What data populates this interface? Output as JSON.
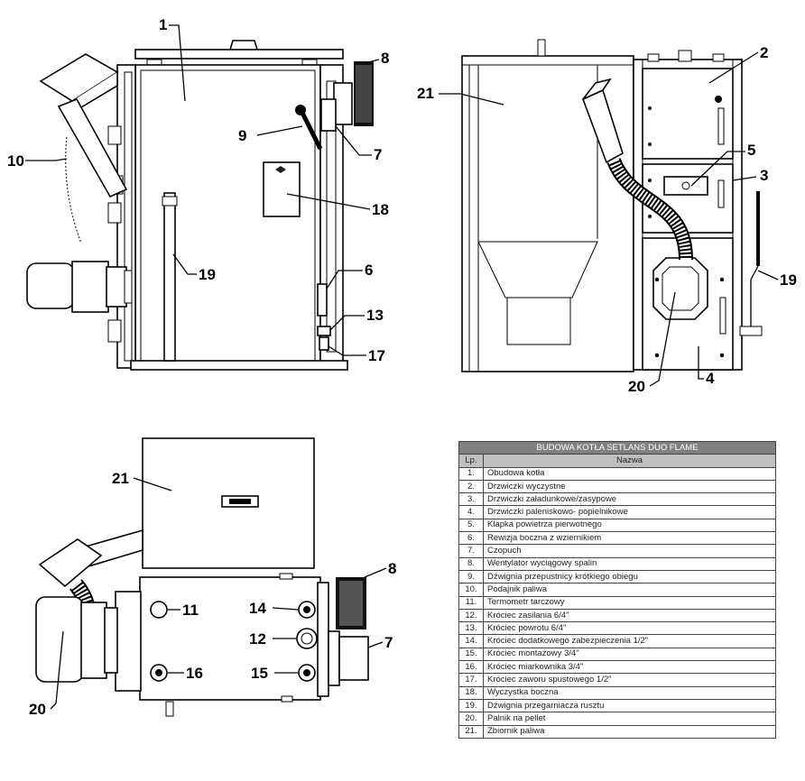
{
  "callouts": {
    "front": [
      "1",
      "9",
      "8",
      "7",
      "10",
      "18",
      "19",
      "6",
      "13",
      "17"
    ],
    "side": [
      "21",
      "2",
      "5",
      "3",
      "19",
      "20",
      "4"
    ],
    "top": [
      "21",
      "8",
      "11",
      "14",
      "12",
      "7",
      "16",
      "15",
      "20"
    ]
  },
  "table": {
    "title": "BUDOWA KOTŁA SETLANS DUO FLAME",
    "col_no": "Lp.",
    "col_name": "Nazwa",
    "rows": [
      {
        "no": "1.",
        "name": "Obudowa kotła"
      },
      {
        "no": "2.",
        "name": "Drzwiczki wyczystne"
      },
      {
        "no": "3.",
        "name": "Drzwiczki załadunkowe/zasypowe"
      },
      {
        "no": "4.",
        "name": "Drzwiczki paleniskowo- popielnikowe"
      },
      {
        "no": "5.",
        "name": "Klapka powietrza pierwotnego"
      },
      {
        "no": "6.",
        "name": "Rewizja boczna z wziernikiem"
      },
      {
        "no": "7.",
        "name": "Czopuch"
      },
      {
        "no": "8.",
        "name": "Wentylator wyciągowy spalin"
      },
      {
        "no": "9.",
        "name": "Dźwignia przepustnicy krótkiego obiegu"
      },
      {
        "no": "10.",
        "name": "Podajnik paliwa"
      },
      {
        "no": "11.",
        "name": "Termometr tarczowy"
      },
      {
        "no": "12.",
        "name": "Króciec zasilania 6/4\""
      },
      {
        "no": "13.",
        "name": "Króciec powrotu 6/4\""
      },
      {
        "no": "14.",
        "name": "Króciec dodatkowego zabezpieczenia 1/2\""
      },
      {
        "no": "15.",
        "name": "Króciec montażowy 3/4\""
      },
      {
        "no": "16.",
        "name": "Króciec miarkownika 3/4\""
      },
      {
        "no": "17.",
        "name": "Króciec zaworu spustowego 1/2\""
      },
      {
        "no": "18.",
        "name": "Wyczystka boczna"
      },
      {
        "no": "19.",
        "name": "Dźwignia przegarniacza rusztu"
      },
      {
        "no": "20.",
        "name": "Palnik na pellet"
      },
      {
        "no": "21.",
        "name": "Zbiornik paliwa"
      }
    ]
  }
}
